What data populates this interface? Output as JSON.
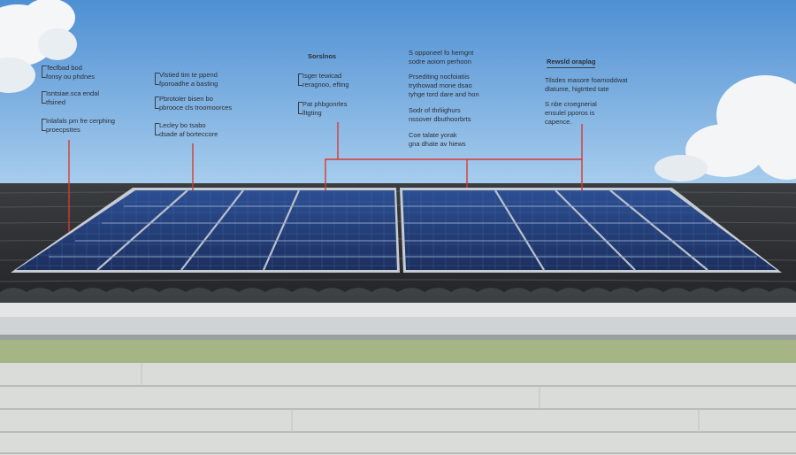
{
  "annotations": [
    {
      "id": "a1",
      "lines": [
        "Tecfbad bod",
        "fonsy ou phdnes"
      ]
    },
    {
      "id": "a2",
      "lines": [
        "Isntsiae.sca endal",
        "tfsined"
      ]
    },
    {
      "id": "a3",
      "lines": [
        "Inlafals pm fre cerphing",
        "proecpsttes"
      ]
    },
    {
      "id": "a4",
      "lines": [
        "Vlstied tim te ppend",
        "fporoadhe a basting"
      ]
    },
    {
      "id": "a5",
      "lines": [
        "Pbrotoler bisen bo",
        "pbrooce cls troomoorces"
      ]
    },
    {
      "id": "a6",
      "lines": [
        "Lecley bo tsabo",
        "dsade af borteccore"
      ]
    },
    {
      "id": "a7",
      "lines": [
        "Sorslnos"
      ]
    },
    {
      "id": "a8",
      "lines": [
        "Isger tewicad",
        "reragnoo, efting"
      ]
    },
    {
      "id": "a9",
      "lines": [
        "Pat phbgonrles",
        "lltgting"
      ]
    },
    {
      "id": "a10",
      "lines": [
        "S opponeel fo hemgnt",
        "sodre aoiom perhoon"
      ]
    },
    {
      "id": "a11",
      "lines": [
        "Prsediting nocfoiatiis",
        "trythowad mone dsao",
        "tyhge tord dare and hon"
      ]
    },
    {
      "id": "a12",
      "lines": [
        "Sodr of thrliighurs",
        "nssover dbuthoorbrts"
      ]
    },
    {
      "id": "a13",
      "lines": [
        "Coe talate yorak",
        "gna dhate av hiews"
      ]
    },
    {
      "id": "a14",
      "lines": [
        "Rewsld oraplag"
      ]
    },
    {
      "id": "a15",
      "lines": [
        "Tilsdes masore foamoddwat",
        "dlatume, higtrtted tate"
      ]
    },
    {
      "id": "a16",
      "lines": [
        "S nbe croegnerial",
        "ensulel pporos is",
        "capence."
      ]
    }
  ],
  "colors": {
    "sky_top": "#4f90d4",
    "sky_bottom": "#a9cdec",
    "panel": "#25407a",
    "panel_frame": "#c9ccd2",
    "roof": "#2f3236",
    "siding": "#d7dad9",
    "trim": "#a9b88a",
    "leader": "#d83a2f"
  }
}
